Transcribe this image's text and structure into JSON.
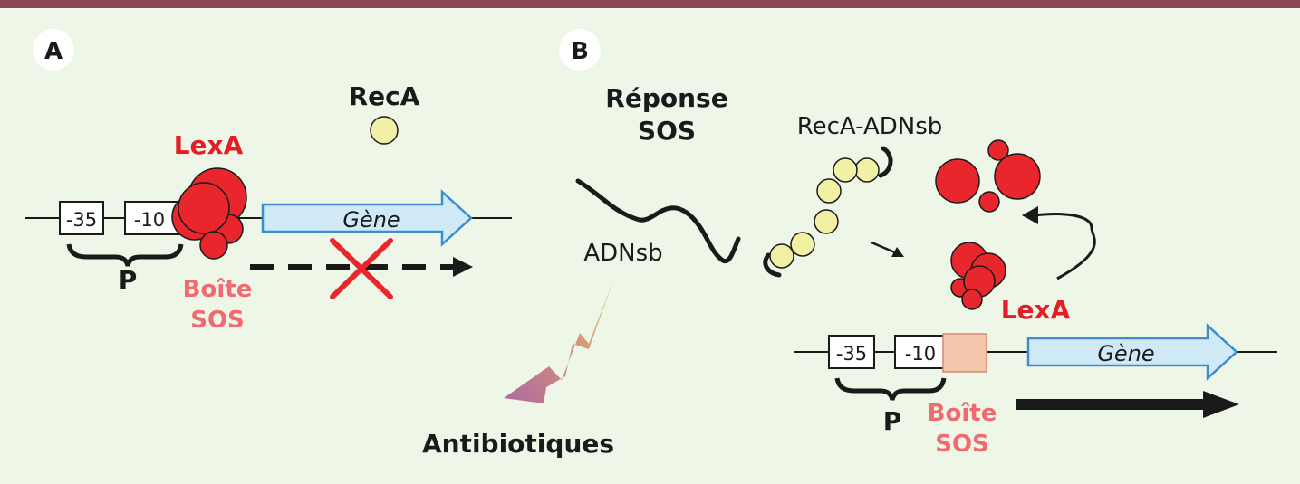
{
  "colors": {
    "top_bar": "#8b4553",
    "background": "#eef6e8",
    "lexa": "#e8262b",
    "lexa_label": "#e31e24",
    "sos_box_label": "#f06a70",
    "reca": "#f1f0a4",
    "gene_fill": "#cfe9f6",
    "gene_stroke": "#3c8dd0",
    "sos_box_fill": "#f3c5ab",
    "cross": "#e8262b"
  },
  "panel_a": {
    "badge": "A",
    "minus35": "-35",
    "minus10": "-10",
    "gene": "Gène",
    "lexa": "LexA",
    "reca": "RecA",
    "promoter": "P",
    "sos_box_line1": "Boîte",
    "sos_box_line2": "SOS"
  },
  "panel_b": {
    "badge": "B",
    "sos_line1": "Réponse",
    "sos_line2": "SOS",
    "ssdna": "ADNsb",
    "reca_ssdna": "RecA-ADNsb",
    "antibiotics": "Antibiotiques",
    "lexa": "LexA",
    "minus35": "-35",
    "minus10": "-10",
    "gene": "Gène",
    "promoter": "P",
    "sos_box_line1": "Boîte",
    "sos_box_line2": "SOS"
  }
}
